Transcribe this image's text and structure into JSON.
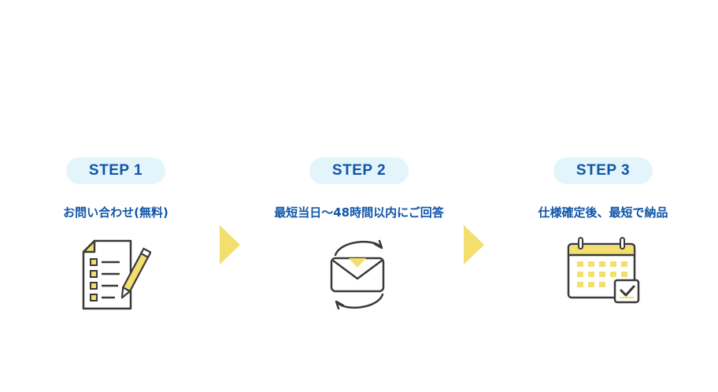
{
  "steps": [
    {
      "label": "STEP 1",
      "caption": "お問い合わせ(無料)",
      "icon": "form-checklist-pencil-icon"
    },
    {
      "label": "STEP 2",
      "caption": "最短当日〜48時間以内にご回答",
      "icon": "mail-exchange-icon"
    },
    {
      "label": "STEP 3",
      "caption": "仕様確定後、最短で納品",
      "icon": "calendar-check-icon"
    }
  ],
  "colors": {
    "badge_bg": "#e4f4fb",
    "text_blue": "#0f56a8",
    "accent_yellow": "#f2df6e",
    "line": "#3a3a3a"
  }
}
